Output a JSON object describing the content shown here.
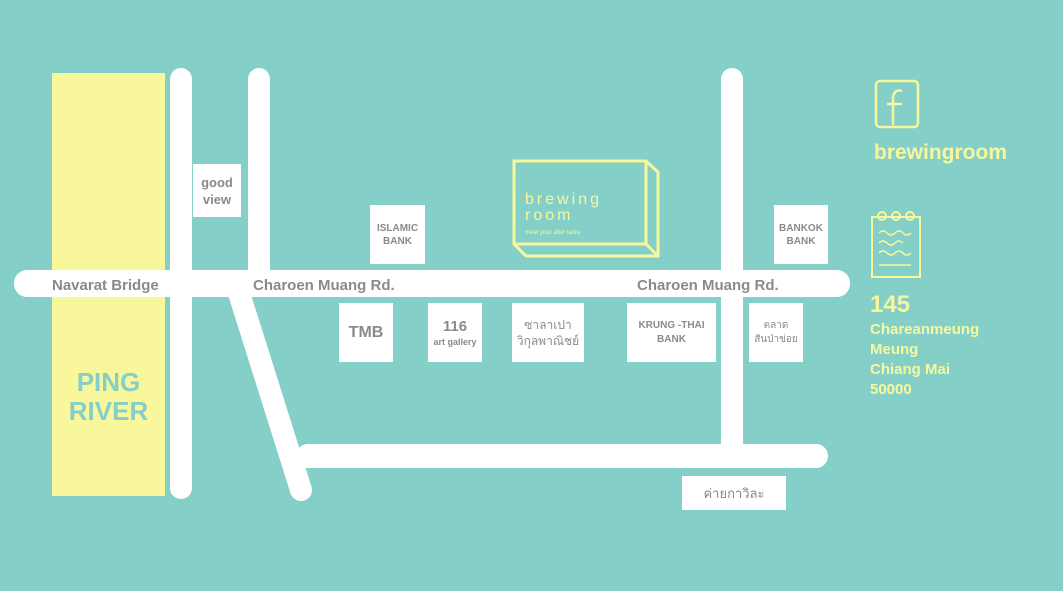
{
  "map": {
    "colors": {
      "background": "#84d0c9",
      "road": "#ffffff",
      "river": "#f8f79c",
      "label_text": "#8a8a8a",
      "accent": "#f8f79c"
    },
    "river": {
      "label_line1": "PING",
      "label_line2": "RIVER"
    },
    "road_labels": {
      "bridge": "Navarat Bridge",
      "road_left": "Charoen Muang Rd.",
      "road_right": "Charoen Muang Rd."
    },
    "landmarks": {
      "good_view": "good\nview",
      "islamic_bank": "ISLAMIC\nBANK",
      "bankok_bank": "BANKOK\nBANK",
      "tmb": "TMB",
      "gallery_number": "116",
      "gallery_label": "art gallery",
      "sala_pao": "ซาลาเปา\nวิกุลพาณิชย์",
      "krung_thai": "KRUNG -THAI\nBANK",
      "talad": "ตลาด\nสันป่าข่อย",
      "kai_kawila": "ค่ายกาวิละ"
    },
    "logo": {
      "line1": "brewing",
      "line2": "room",
      "tagline": "meet your after taste."
    }
  },
  "info": {
    "facebook_icon": "facebook-icon",
    "notepad_icon": "notepad-icon",
    "brand_name": "brewingroom",
    "address": {
      "number": "145",
      "line1": "Chareanmeung",
      "line2": "Meung",
      "line3": "Chiang Mai",
      "line4": "50000"
    }
  }
}
